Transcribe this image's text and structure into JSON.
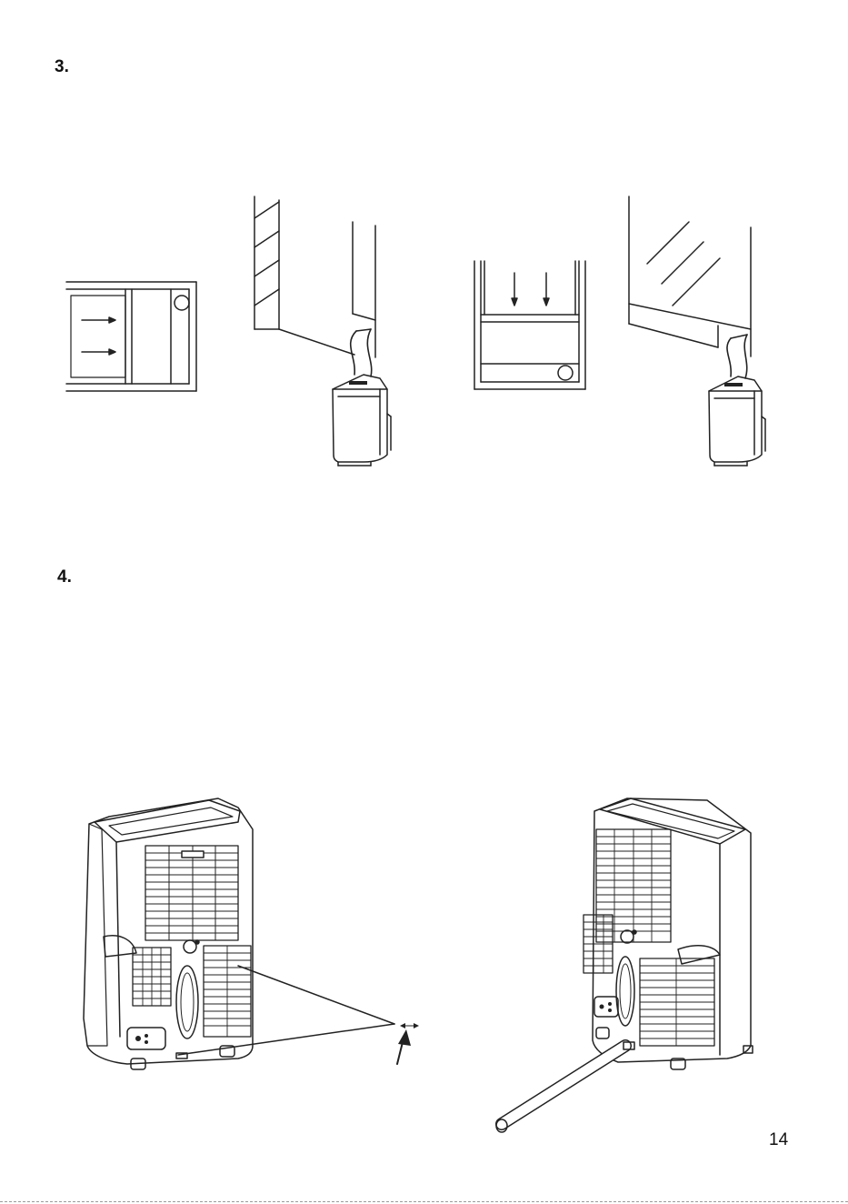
{
  "steps": [
    {
      "number": "3."
    },
    {
      "number": "4."
    }
  ],
  "page_number": "14",
  "figures": {
    "step3": [
      "sliding-window-top-view-icon",
      "sliding-window-with-unit-icon",
      "hung-window-front-view-icon",
      "hung-window-with-unit-icon"
    ],
    "step4": [
      "unit-rear-view-drain-plug-icon",
      "unit-rear-view-drain-hose-icon"
    ]
  }
}
